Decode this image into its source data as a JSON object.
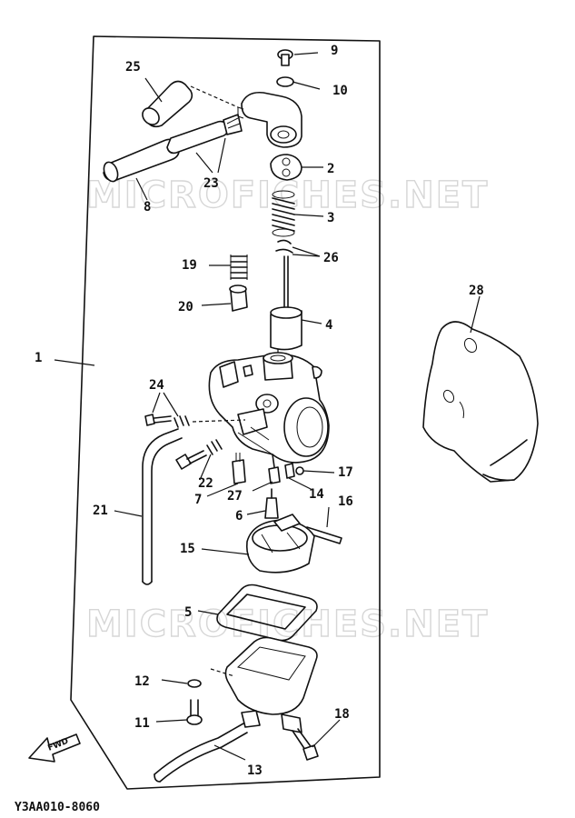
{
  "watermark": "MICROFICHES.NET",
  "drawing_code": "Y3AA010-8060",
  "fwd_label": "FWD",
  "callouts": {
    "c1": "1",
    "c2": "2",
    "c3": "3",
    "c4": "4",
    "c5": "5",
    "c6": "6",
    "c7": "7",
    "c8": "8",
    "c9": "9",
    "c10": "10",
    "c11": "11",
    "c12": "12",
    "c13": "13",
    "c14": "14",
    "c15": "15",
    "c16": "16",
    "c17": "17",
    "c18": "18",
    "c19": "19",
    "c20": "20",
    "c21": "21",
    "c22": "22",
    "c23": "23",
    "c24": "24",
    "c25": "25",
    "c26": "26",
    "c27": "27",
    "c28": "28"
  }
}
